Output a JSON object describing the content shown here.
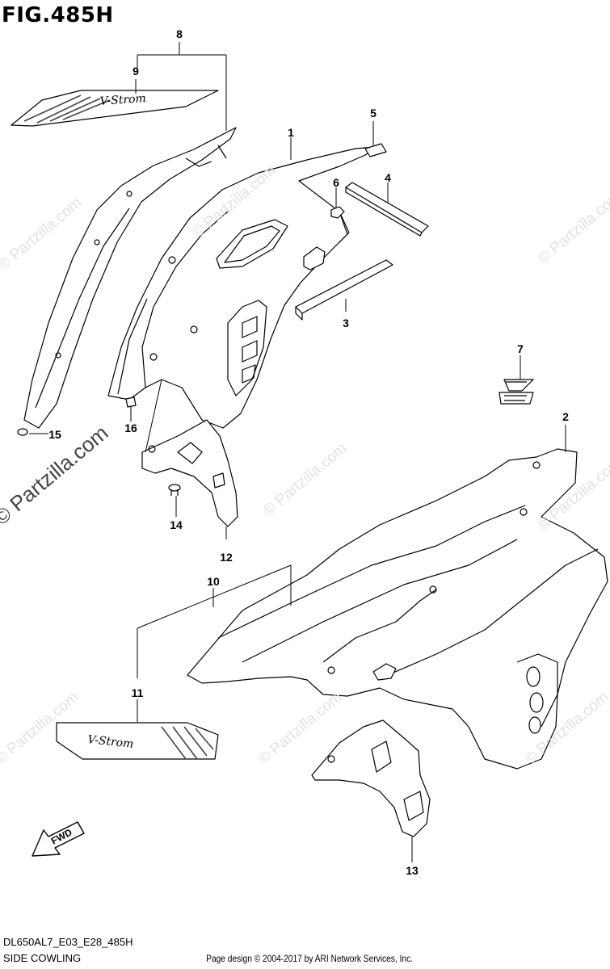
{
  "figure": {
    "title": "FIG.485H",
    "model_code": "DL650AL7_E03_E28_485H",
    "section_name": "SIDE COWLING",
    "copyright": "Page design © 2004-2017 by ARI Network Services, Inc."
  },
  "watermark_text": "© Partzilla.com",
  "decals": {
    "logo_text": "V-Strom",
    "fwd_text": "FWD"
  },
  "callouts": [
    "1",
    "2",
    "3",
    "4",
    "5",
    "6",
    "7",
    "8",
    "9",
    "10",
    "11",
    "12",
    "13",
    "14",
    "15",
    "16"
  ],
  "colors": {
    "ink": "#000000",
    "watermark": "#e2e2e2",
    "stripe_dark": "#444444"
  }
}
